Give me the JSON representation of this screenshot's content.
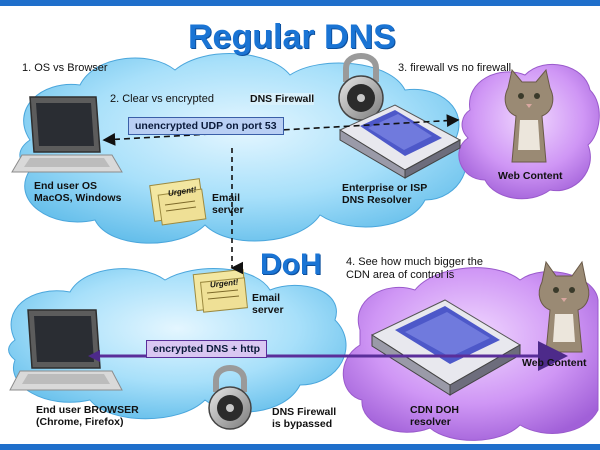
{
  "regular": {
    "title": "Regular DNS",
    "notes": {
      "os_vs_browser": "1. OS vs Browser",
      "clear_vs_encrypted": "2. Clear vs encrypted",
      "firewall_vs_no_firewall": "3. firewall vs no firewall"
    },
    "dns_firewall": "DNS Firewall",
    "udp_bar": "unencrypted UDP on port 53",
    "end_user": [
      "End user OS",
      "MacOS, Windows"
    ],
    "resolver": [
      "Enterprise or ISP",
      "DNS Resolver"
    ],
    "web_content": "Web Content",
    "email_server": [
      "Email",
      "server"
    ],
    "letter_text": "Urgent!"
  },
  "doh": {
    "title": "DoH",
    "note_cdn": [
      "4. See how much bigger the",
      "CDN area of control is"
    ],
    "email_server": [
      "Email",
      "server"
    ],
    "letter_text": "Urgent!",
    "encrypted_bar": "encrypted DNS + http",
    "end_user": [
      "End user BROWSER",
      "(Chrome, Firefox)"
    ],
    "firewall_bypassed": [
      "DNS Firewall",
      "is bypassed"
    ],
    "resolver": [
      "CDN DOH",
      "resolver"
    ],
    "web_content": "Web Content"
  },
  "colors": {
    "title": "#1a74d4",
    "cloud_blue": "#8fd3f4",
    "cloud_purple": "#c58af0",
    "stripe": "#1f6fcb"
  }
}
